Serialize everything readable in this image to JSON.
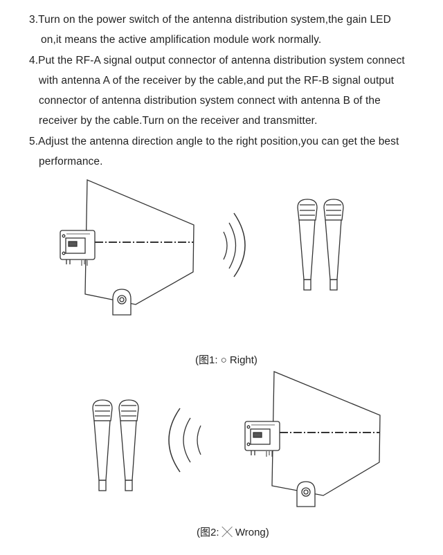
{
  "steps": [
    {
      "lines": [
        "3.Turn on the power switch of the antenna distribution system,the gain LED",
        "on,it means the active amplification module work normally."
      ]
    },
    {
      "lines": [
        "4.Put the RF-A signal output connector of antenna distribution system connect",
        "with antenna A of the receiver by the cable,and put the RF-B signal output",
        "connector of antenna distribution system connect with antenna B of the",
        "receiver by the cable.Turn on the receiver and transmitter."
      ]
    },
    {
      "lines": [
        "5.Adjust the antenna direction angle to the right position,you can get the best",
        "performance."
      ]
    }
  ],
  "figures": [
    {
      "caption": "(图1: ○ Right)"
    },
    {
      "caption": "(图2: ╳ Wrong)"
    }
  ]
}
